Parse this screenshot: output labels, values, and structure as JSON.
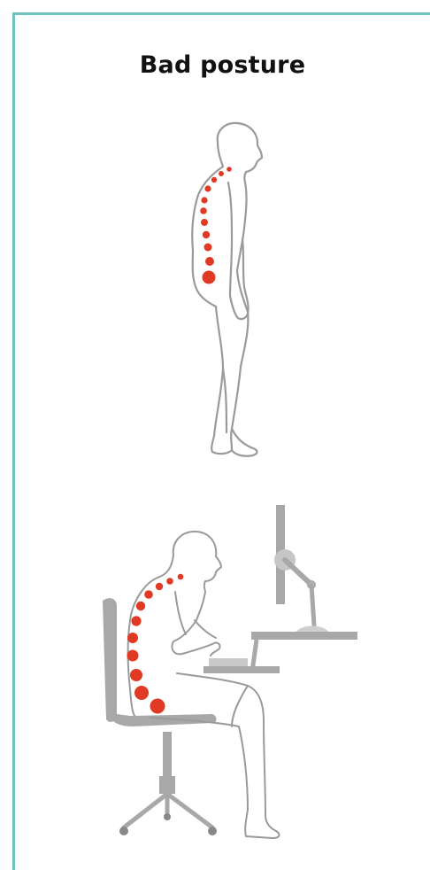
{
  "title": "Bad posture",
  "colors": {
    "frame": "#6cc3bd",
    "spine_dots": "#e03a24",
    "outline": "#9a9a9a",
    "furniture": "#a8a8a8"
  },
  "icons": [
    "standing-figure-illustration",
    "seated-figure-illustration",
    "office-chair-illustration",
    "monitor-illustration",
    "desk-illustration"
  ]
}
